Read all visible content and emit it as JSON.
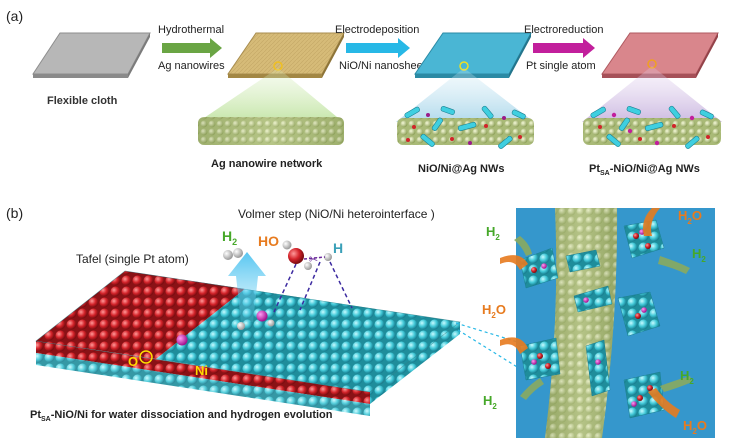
{
  "panel_a": {
    "label": "(a)",
    "step1": {
      "above": "Hydrothermal",
      "below": "Ag nanowires"
    },
    "step2": {
      "above": "Electrodeposition",
      "below": "NiO/Ni nanosheets"
    },
    "step3": {
      "above": "Electroreduction",
      "below": "Pt single atom"
    },
    "cloth_label": "Flexible cloth",
    "nw1_label": "Ag nanowire network",
    "nw2_label": "NiO/Ni@Ag NWs",
    "nw3_label_pre": "Pt",
    "nw3_label_sub": "SA",
    "nw3_label_post": "-NiO/Ni@Ag NWs"
  },
  "panel_b": {
    "label": "(b)",
    "volmer": "Volmer step (NiO/Ni heterointerface )",
    "tafel": "Tafel (single Pt atom)",
    "h2_main": "H",
    "h2_sub": "2",
    "ho": "HO",
    "h": "H",
    "atom_o": "O",
    "atom_ni": "Ni",
    "caption_pre": "Pt",
    "caption_sub": "SA",
    "caption_post": "-NiO/Ni for water dissociation and hydrogen evolution",
    "side_h2": {
      "main": "H",
      "sub": "2"
    },
    "side_h2o": {
      "main": "H",
      "sub": "2",
      "post": "O"
    }
  },
  "colors": {
    "arrow_green": "#6aa544",
    "arrow_cyan": "#27b8e6",
    "arrow_magenta": "#c21f9c",
    "cloth_gray": "#a9a9a9",
    "cloth_tan": "#d8bd79",
    "cloth_cyan": "#4ab6d4",
    "cloth_pink": "#d9868c",
    "nanowire_green": "#b8c98a",
    "atom_cyan": "#4fd3df",
    "atom_red": "#d1242a",
    "h2o_orange": "#e77b1f",
    "h2_green": "#46a829"
  }
}
